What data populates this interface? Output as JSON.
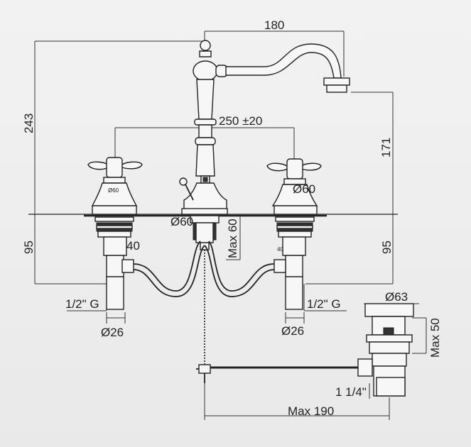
{
  "dimensions": {
    "spout_reach": "180",
    "total_height": "243",
    "spout_height": "171",
    "handle_spacing": "250 ±20",
    "left_depth": "95",
    "right_depth": "95",
    "handle_base_dia": "Ø60",
    "spout_base_dia": "Ø60",
    "max_thickness": "Max 60",
    "left_hole": "40",
    "right_hole": "40",
    "left_thread": "1/2\" G",
    "right_thread": "1/2\" G",
    "left_tail_dia": "Ø26",
    "right_tail_dia": "Ø26",
    "waste_dia": "Ø63",
    "waste_height": "Max 50",
    "waste_thread": "1 1/4\"",
    "pop_up_reach": "Max 190",
    "base_small_label": "Ø60"
  },
  "colors": {
    "line": "#222222",
    "background": "#ececec"
  }
}
